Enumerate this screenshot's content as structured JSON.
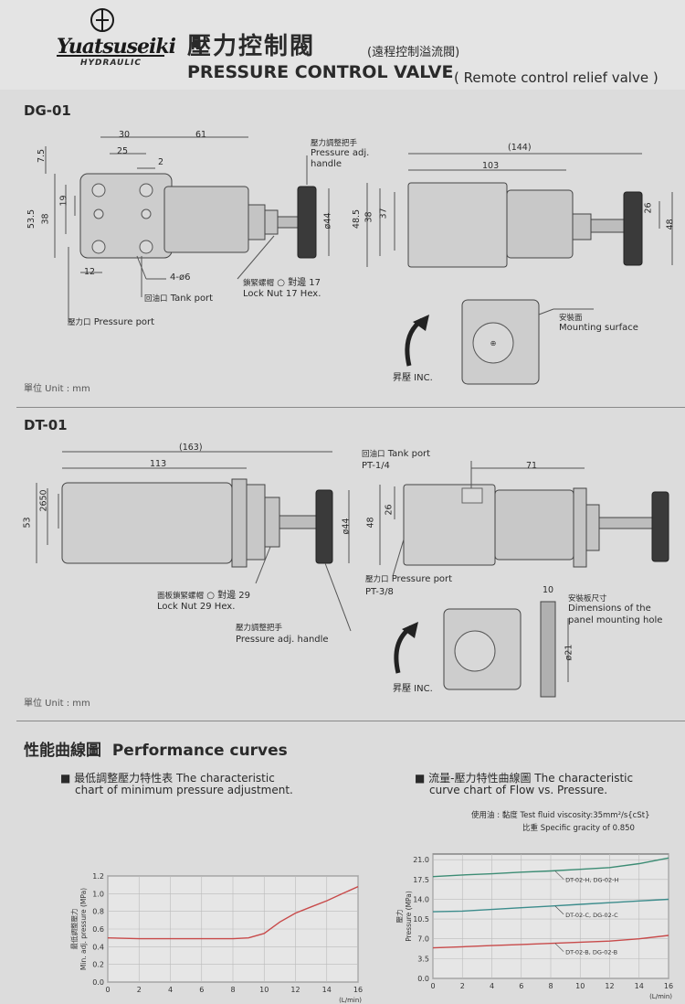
{
  "header": {
    "brand": "Yuatsuseiki",
    "brand_sub": "HYDRAULIC",
    "title_cn": "壓力控制閥",
    "title_cn_sub": "(遠程控制溢流閥)",
    "title_en": "PRESSURE CONTROL VALVE",
    "title_en_sub": "( Remote control relief valve )"
  },
  "dg01": {
    "label": "DG-01",
    "dims": [
      "30",
      "61",
      "25",
      "2",
      "7.5",
      "19",
      "38",
      "53.5",
      "12",
      "ø44",
      "(144)",
      "103",
      "48.5",
      "38",
      "37",
      "26",
      "48"
    ],
    "notes": {
      "handle_cn": "壓力調整把手",
      "handle_en1": "Pressure adj.",
      "handle_en2": "handle",
      "holes": "4-ø6",
      "tank_cn": "回油口",
      "tank_en": "Tank port",
      "pressure_cn": "壓力口",
      "pressure_en": "Pressure port",
      "locknut_cn": "鎖緊螺帽",
      "locknut_cn2": "對邊 17",
      "locknut_en": "Lock Nut 17 Hex.",
      "mount_cn": "安裝面",
      "mount_en": "Mounting surface",
      "inc": "昇壓 INC.",
      "unit": "單位 Unit : mm"
    }
  },
  "dt01": {
    "label": "DT-01",
    "dims": [
      "(163)",
      "113",
      "71",
      "26",
      "50",
      "53",
      "ø44",
      "26",
      "48",
      "10",
      "ø21"
    ],
    "notes": {
      "tank_cn": "回油口",
      "tank_en": "Tank port",
      "tank_size": "PT-1/4",
      "pressure_cn": "壓力口",
      "pressure_en": "Pressure port",
      "pressure_size": "PT-3/8",
      "panelnut_cn": "面板鎖緊螺帽",
      "panelnut_cn2": "對邊 29",
      "panelnut_en": "Lock Nut 29 Hex.",
      "handle_cn": "壓力調整把手",
      "handle_en": "Pressure adj. handle",
      "panel_cn": "安裝板尺寸",
      "panel_en1": "Dimensions of the",
      "panel_en2": "panel mounting hole",
      "inc": "昇壓 INC.",
      "unit": "單位 Unit : mm"
    }
  },
  "performance": {
    "title_cn": "性能曲線圖",
    "title_en": "Performance curves",
    "left_title1": "■ 最低調整壓力特性表 The characteristic",
    "left_title2": "chart of minimum pressure adjustment.",
    "right_title1": "■ 流量-壓力特性曲線圖 The characteristic",
    "right_title2": "curve chart of Flow vs. Pressure.",
    "fluid_note": "使用油 : 黏度 Test fluid viscosity:35mm²/s{cSt}",
    "gravity_note": "比重 Specific gracity of 0.850"
  },
  "chart_data": [
    {
      "type": "line",
      "ylabel_cn": "最低調整壓力",
      "ylabel": "Min. adj. pressure (MPa)",
      "xunit": "(L/min)",
      "xlim": [
        0,
        16
      ],
      "ylim": [
        0,
        1.2
      ],
      "xticks": [
        "0",
        "2",
        "4",
        "6",
        "8",
        "10",
        "12",
        "14",
        "16"
      ],
      "yticks": [
        "0.0",
        "0.2",
        "0.4",
        "0.6",
        "0.8",
        "1.0",
        "1.2"
      ],
      "series": [
        {
          "color": "#c84a4a",
          "x": [
            0,
            2,
            4,
            6,
            8,
            9,
            10,
            11,
            12,
            13,
            14,
            15,
            16
          ],
          "y": [
            0.5,
            0.49,
            0.49,
            0.49,
            0.49,
            0.5,
            0.55,
            0.68,
            0.78,
            0.85,
            0.92,
            1.0,
            1.08
          ]
        }
      ]
    },
    {
      "type": "line",
      "ylabel_cn": "壓力",
      "ylabel": "Pressure (MPa)",
      "xunit": "(L/min)",
      "xlim": [
        0,
        16
      ],
      "ylim": [
        0,
        22
      ],
      "xticks": [
        "0",
        "2",
        "4",
        "6",
        "8",
        "10",
        "12",
        "14",
        "16"
      ],
      "yticks": [
        "0.0",
        "3.5",
        "7.0",
        "10.5",
        "14.0",
        "17.5",
        "21.0"
      ],
      "series": [
        {
          "name": "DT-02-H, DG-02-H",
          "color": "#3c8c74",
          "x": [
            0,
            2,
            4,
            6,
            8,
            10,
            12,
            14,
            16
          ],
          "y": [
            18.0,
            18.3,
            18.5,
            18.8,
            19.0,
            19.3,
            19.6,
            20.3,
            21.3
          ]
        },
        {
          "name": "DT-02-C, DG-02-C",
          "color": "#3c8c8c",
          "x": [
            0,
            2,
            4,
            6,
            8,
            10,
            12,
            14,
            16
          ],
          "y": [
            11.8,
            11.9,
            12.2,
            12.5,
            12.8,
            13.1,
            13.4,
            13.7,
            14.0
          ]
        },
        {
          "name": "DT-02-B, DG-02-B",
          "color": "#c84a4a",
          "x": [
            0,
            2,
            4,
            6,
            8,
            10,
            12,
            14,
            16
          ],
          "y": [
            5.4,
            5.6,
            5.8,
            6.0,
            6.2,
            6.4,
            6.6,
            7.0,
            7.6
          ]
        }
      ]
    }
  ]
}
